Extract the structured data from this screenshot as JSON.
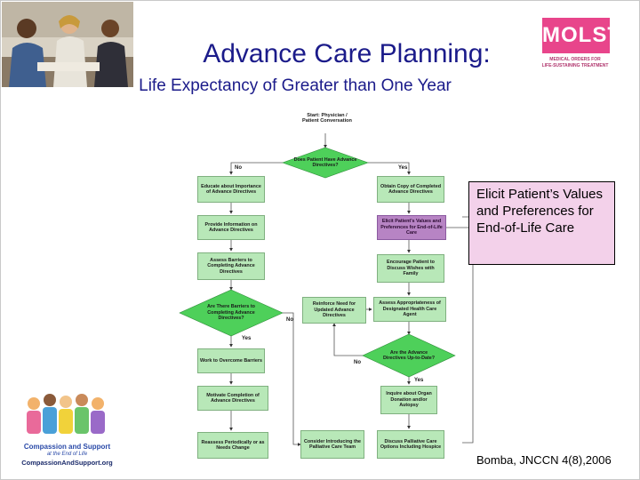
{
  "title": {
    "line1": "Advance Care Planning:",
    "line2": "Life Expectancy of Greater than One Year"
  },
  "molst": {
    "logo": "MOLST",
    "subtitle_line1": "MEDICAL ORDERS FOR",
    "subtitle_line2": "LIFE-SUSTAINING TREATMENT"
  },
  "callout": "Elicit Patient’s Values and Preferences for End-of-Life Care",
  "citation": "Bomba, JNCCN 4(8),2006",
  "cs_logo": {
    "line1": "Compassion and Support",
    "line2": "at the End of Life",
    "line3": "CompassionAndSupport.org"
  },
  "flow": {
    "start": "Start: Physician / Patient Conversation",
    "q_directives": "Does Patient Have Advance Directives?",
    "educate": "Educate about Importance of Advance Directives",
    "obtain_copy": "Obtain Copy of Completed Advance Directives",
    "provide_info": "Provide Information on Advance Directives",
    "elicit_values": "Elicit Patient's Values and Preferences for End-of-Life Care",
    "assess_barriers": "Assess Barriers to Completing Advance Directives",
    "encourage": "Encourage Patient to Discuss Wishes with Family",
    "q_barriers": "Are There Barriers to Completing Advance Directives?",
    "reinforce": "Reinforce Need for Updated Advance Directives",
    "assess_agent": "Assess Appropriateness of Designated Health Care Agent",
    "q_uptodate": "Are the Advance Directives Up-to-Date?",
    "work_overcome": "Work to Overcome Barriers",
    "motivate": "Motivate Completion of Advance Directives",
    "inquire": "Inquire about Organ Donation and/or Autopsy",
    "reassess": "Reassess Periodically or as Needs Change",
    "consider_palliative": "Consider Introducing the Palliative Care Team",
    "discuss_palliative": "Discuss Palliative Care Options Including Hospice",
    "no": "No",
    "yes": "Yes"
  },
  "colors": {
    "title": "#1b1b8a",
    "node_green": "#b8e8b8",
    "node_purple": "#b784c4",
    "callout_pink": "#f3d1ea",
    "molst_pink": "#e8458b"
  }
}
